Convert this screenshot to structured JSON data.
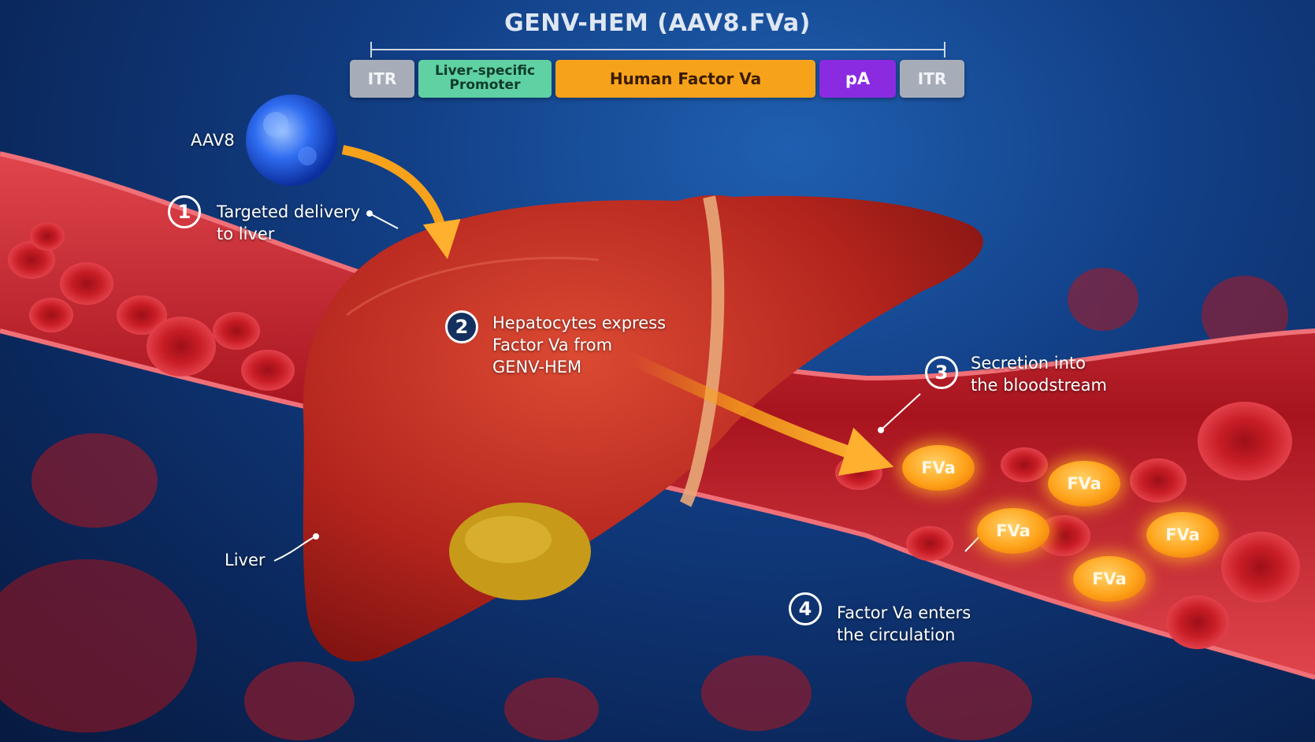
{
  "title": "GENV-HEM (AAV8.FVa)",
  "construct": [
    {
      "label": "ITR",
      "color": "#a7adb8"
    },
    {
      "label": "Liver-specific Promoter",
      "color": "#5fd1a2"
    },
    {
      "label": "Human Factor Va",
      "color": "#f7a21b"
    },
    {
      "label": "pA",
      "color": "#8a2be2"
    },
    {
      "label": "ITR",
      "color": "#a7adb8"
    }
  ],
  "vector_label": "AAV8",
  "steps": [
    {
      "number": "1",
      "text": "Targeted delivery\nto liver"
    },
    {
      "number": "2",
      "text": "Hepatocytes express\nFactor Va from\nGENV-HEM"
    },
    {
      "number": "3",
      "text": "Secretion into\nthe bloodstream"
    },
    {
      "number": "4",
      "text": "Factor Va enters\nthe circulation"
    }
  ],
  "organ_label": "Liver",
  "protein_label": "FVa",
  "colors": {
    "background": "#0b2a5e",
    "vessel": "#c8202a",
    "liver": "#b8261e",
    "arrow": "#f7a21b",
    "aav": "#2f6cf0",
    "gallbladder": "#c79a1a"
  }
}
